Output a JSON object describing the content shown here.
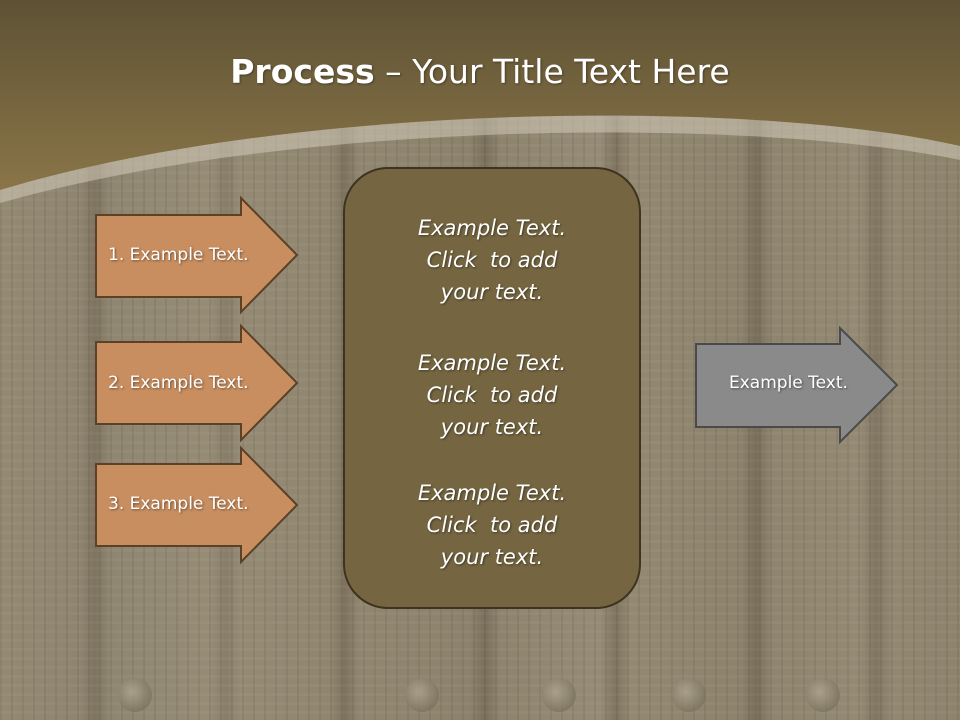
{
  "title": {
    "bold": "Process",
    "rest": " – Your Title Text Here"
  },
  "input_arrows": [
    {
      "label": "1. Example Text."
    },
    {
      "label": "2. Example Text."
    },
    {
      "label": "3. Example Text."
    }
  ],
  "center_box": {
    "items": [
      {
        "line1": "Example Text.",
        "line2": "Click  to add",
        "line3": "your text."
      },
      {
        "line1": "Example Text.",
        "line2": "Click  to add",
        "line3": "your text."
      },
      {
        "line1": "Example Text.",
        "line2": "Click  to add",
        "line3": "your text."
      }
    ]
  },
  "output_arrow": {
    "label": "Example Text."
  },
  "colors": {
    "header": "#76643f",
    "input_arrow_fill": "#c98e5f",
    "center_box_fill": "#756641",
    "output_arrow_fill": "#8a8a8a"
  }
}
